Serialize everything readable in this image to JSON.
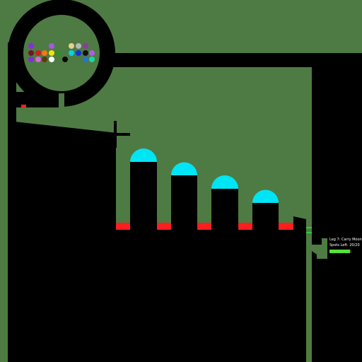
{
  "hud": {
    "leg_label": "Leg 7: Carry Moon",
    "spots_label": "Spots Left: 20/20",
    "progress": 0.95,
    "progress_color": "#55e23a"
  },
  "colors": {
    "background": "#4e7b43",
    "terrain": "#000000",
    "dome": "#00e5f5",
    "marker": "#ff1e1e",
    "accent_green": "#33cc33"
  },
  "ball_pit": {
    "balls": [
      {
        "color": "#8a2be2"
      },
      {
        "color": "#a259e6"
      },
      {
        "color": "#e8d28a"
      },
      {
        "color": "#b8b8b8"
      },
      {
        "color": "#8c3b9e"
      },
      {
        "color": "#6e1a1a"
      },
      {
        "color": "#cc1f1f"
      },
      {
        "color": "#f07a12"
      },
      {
        "color": "#f2e30d"
      },
      {
        "color": "#2f8f2a"
      },
      {
        "color": "#00d4e8"
      },
      {
        "color": "#1631e0"
      },
      {
        "color": "#121212"
      },
      {
        "color": "#b05be8"
      },
      {
        "color": "#7f2fd6"
      },
      {
        "color": "#d66ad9"
      },
      {
        "color": "#5a3a12"
      },
      {
        "color": "#ffffff"
      },
      {
        "color": "#0a0a0a"
      },
      {
        "color": "#1f77d6"
      },
      {
        "color": "#19d6a8"
      }
    ]
  }
}
